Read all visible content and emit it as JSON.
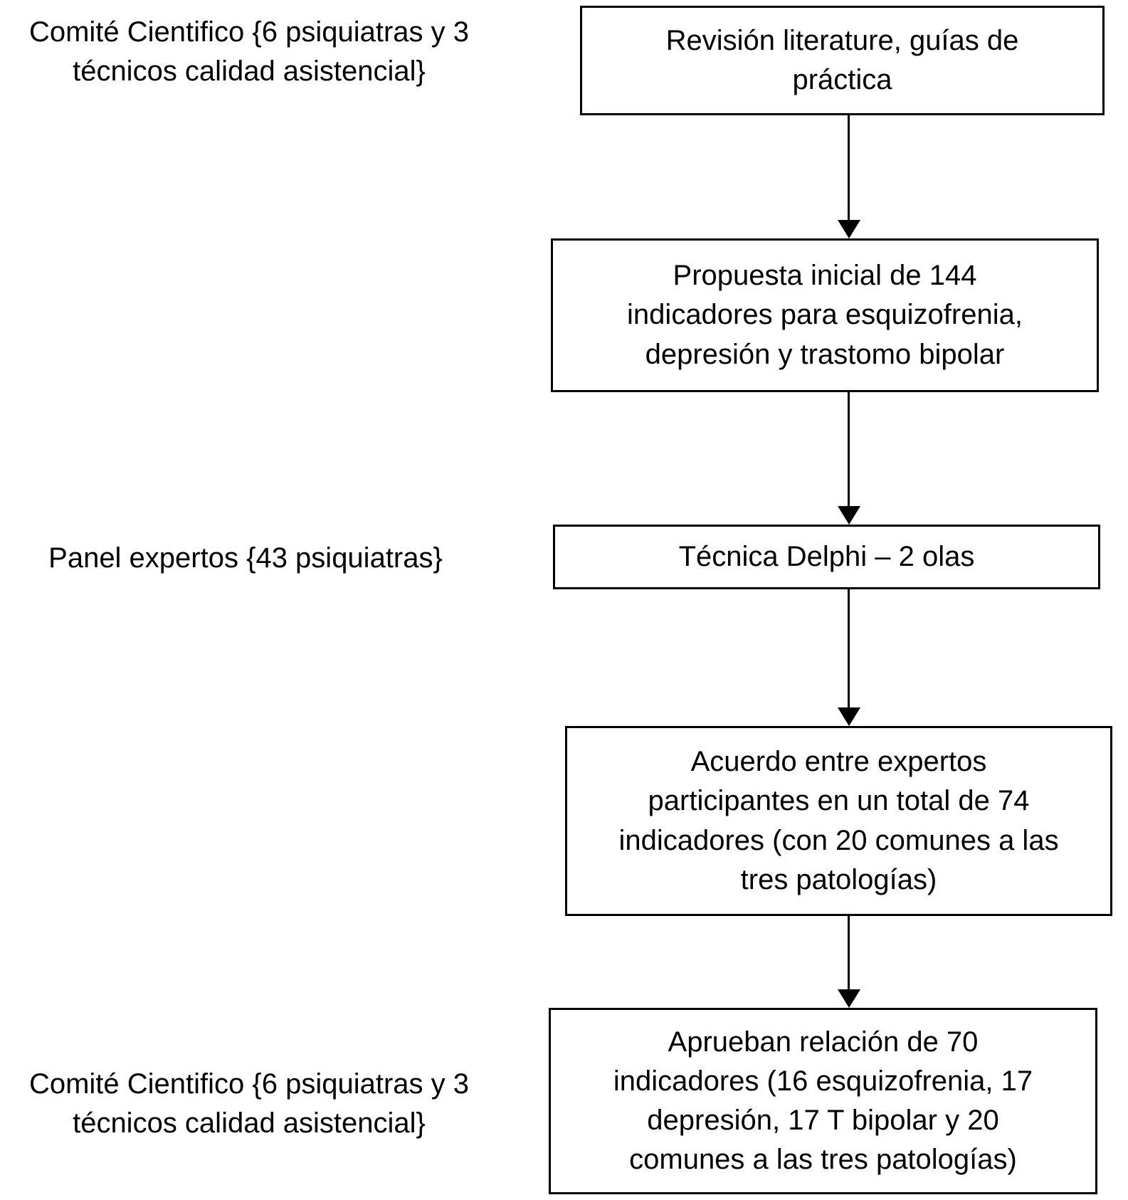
{
  "colors": {
    "background": "#ffffff",
    "line": "#000000",
    "text": "#000000"
  },
  "labels": {
    "top": "Comité Cientifico {6 psiquiatras y 3\ntécnicos calidad asistencial}",
    "middle": "Panel expertos {43 psiquiatras}",
    "bottom": "Comité Cientifico {6 psiquiatras y 3\ntécnicos calidad asistencial}"
  },
  "boxes": [
    {
      "id": "revision",
      "text": "Revisión literature, guías de\npráctica"
    },
    {
      "id": "propuesta",
      "text": "Propuesta inicial de 144\nindicadores para esquizofrenia,\ndepresión y trastomo bipolar"
    },
    {
      "id": "delphi",
      "text": "Técnica Delphi – 2 olas"
    },
    {
      "id": "acuerdo",
      "text": "Acuerdo entre expertos\nparticipantes en un total de 74\nindicadores (con 20 comunes a las\ntres patologías)"
    },
    {
      "id": "aprueban",
      "text": "Aprueban relación de 70\nindicadores (16 esquizofrenia, 17\ndepresión, 17 T bipolar y 20\ncomunes a las tres patologías)"
    }
  ]
}
